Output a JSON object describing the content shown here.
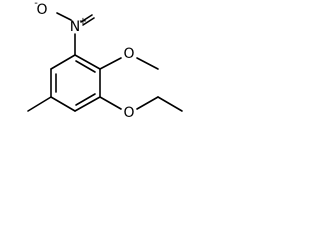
{
  "molecule": {
    "atom_labels": {
      "nitro_oxygen_top": "O",
      "nitro_oxygen_charge": "-",
      "nitro_nitrogen": "N",
      "nitro_nitrogen_charge": "+",
      "methoxy_oxygen": "O",
      "ethoxy_oxygen": "O"
    }
  }
}
